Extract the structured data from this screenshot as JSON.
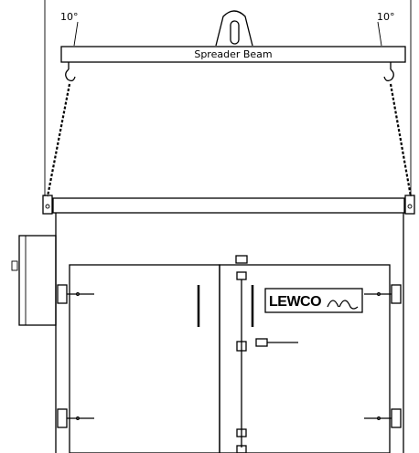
{
  "diagram": {
    "beam_label": "Spreader Beam",
    "angle_left": "10°",
    "angle_right": "10°",
    "brand": "LEWCO"
  },
  "parts": {
    "shackle_icon": "lifting-shackle",
    "hook_icon": "lifting-hook",
    "logo_icon": "lewco-wave-logo"
  }
}
